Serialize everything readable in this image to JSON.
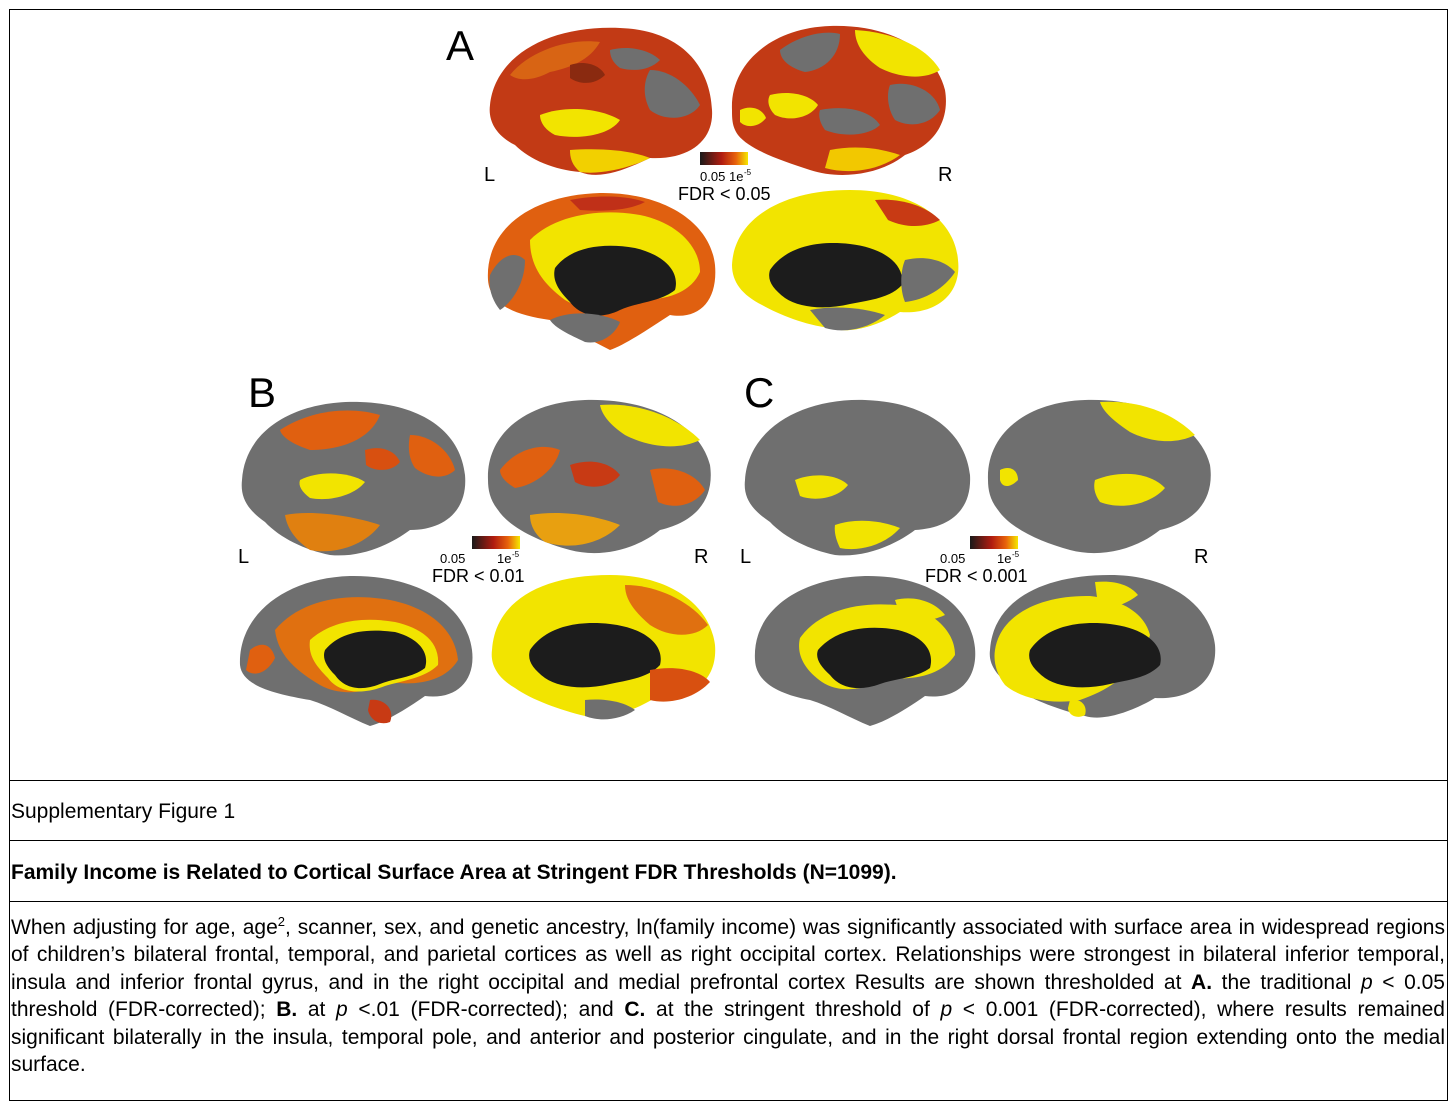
{
  "figure": {
    "panels": [
      {
        "letter": "A",
        "threshold": "FDR < 0.05",
        "scale_min": "0.05",
        "scale_max": "1e",
        "scale_max_exp": "-5",
        "left_label": "L",
        "right_label": "R"
      },
      {
        "letter": "B",
        "threshold": "FDR < 0.01",
        "scale_min": "0.05",
        "scale_max": "1e",
        "scale_max_exp": "-5",
        "left_label": "L",
        "right_label": "R"
      },
      {
        "letter": "C",
        "threshold": "FDR < 0.001",
        "scale_min": "0.05",
        "scale_max": "1e",
        "scale_max_exp": "-5",
        "left_label": "L",
        "right_label": "R"
      }
    ],
    "colors": {
      "gray_cortex": "#6f6f6f",
      "medial_wall": "#1c1c1c",
      "red": "#c0281a",
      "orange": "#e06a10",
      "yellow": "#f2e400"
    }
  },
  "title": "Supplementary Figure 1",
  "heading": "Family Income is Related to Cortical Surface Area at Stringent FDR Thresholds (N=1099).",
  "caption": {
    "p1": "When adjusting for age, age",
    "sup": "2",
    "p2": ", scanner, sex, and genetic ancestry, ln(family income) was significantly associated with surface area in widespread regions of children’s bilateral frontal, temporal, and parietal cortices as well as right occipital cortex. Relationships were strongest in bilateral inferior temporal, insula and inferior frontal gyrus, and in the right occipital and medial prefrontal cortex Results are shown thresholded at ",
    "a": "A.",
    "p3": " the traditional ",
    "p_italic1": "p",
    "p4": " < 0.05 threshold (FDR-corrected); ",
    "b": "B.",
    "p5": " at ",
    "p_italic2": "p",
    "p6": " <.01 (FDR-corrected); and ",
    "c": "C.",
    "p7": " at the stringent threshold of ",
    "p_italic3": "p",
    "p8": " < 0.001 (FDR-corrected), where results remained significant bilaterally in the insula, temporal pole, and anterior and posterior cingulate, and in the right dorsal frontal region extending onto the medial surface."
  }
}
